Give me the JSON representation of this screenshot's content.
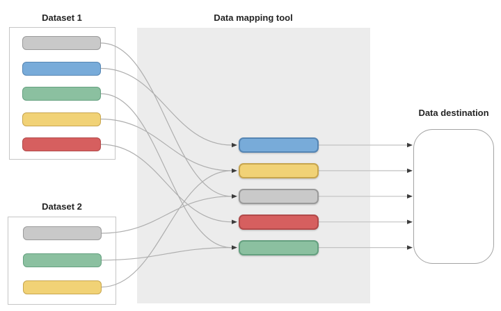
{
  "diagram": {
    "title_dataset1": "Dataset 1",
    "title_dataset2": "Dataset 2",
    "title_mapping": "Data mapping tool",
    "title_destination": "Data destination",
    "palette": {
      "gray": {
        "fill": "#c9c9c9",
        "border": "#9a9a9a"
      },
      "blue": {
        "fill": "#78abd9",
        "border": "#5585b3"
      },
      "green": {
        "fill": "#8bc0a0",
        "border": "#64a07f"
      },
      "yellow": {
        "fill": "#f1d276",
        "border": "#c7a54e"
      },
      "red": {
        "fill": "#d65f5f",
        "border": "#b14a4a"
      }
    },
    "colors": {
      "panel_bg": "#ececec",
      "curve_line": "#aeaeae",
      "dest_line": "#c2c2c2",
      "arrowhead": "#3c3c3c",
      "frame_border": "#c5c5c5",
      "dest_border": "#a3a3a3"
    },
    "dataset1_fields": [
      "gray",
      "blue",
      "green",
      "yellow",
      "red"
    ],
    "dataset2_fields": [
      "gray",
      "green",
      "yellow"
    ],
    "mapped_fields": [
      "blue",
      "yellow",
      "gray",
      "red",
      "green"
    ],
    "connections": [
      {
        "from": "dataset1:gray",
        "to": "gray"
      },
      {
        "from": "dataset1:blue",
        "to": "blue"
      },
      {
        "from": "dataset1:green",
        "to": "green"
      },
      {
        "from": "dataset1:yellow",
        "to": "yellow"
      },
      {
        "from": "dataset1:red",
        "to": "red"
      },
      {
        "from": "dataset2:gray",
        "to": "gray"
      },
      {
        "from": "dataset2:green",
        "to": "green"
      },
      {
        "from": "dataset2:yellow",
        "to": "yellow"
      }
    ],
    "destination_arrow_count": 5
  }
}
